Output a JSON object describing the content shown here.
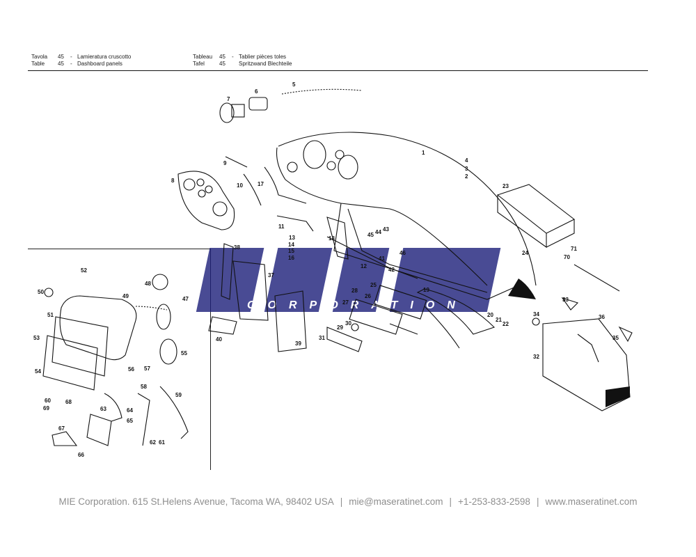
{
  "header": {
    "left": [
      {
        "a": "Tavola",
        "b": "45",
        "c": "-",
        "d": "Lamieratura cruscotto"
      },
      {
        "a": "Table",
        "b": "45",
        "c": "-",
        "d": "Dashboard panels"
      }
    ],
    "right": [
      {
        "a": "Tableau",
        "b": "45",
        "c": "-",
        "d": "Tablier pièces toles"
      },
      {
        "a": "Tafel",
        "b": "45",
        "c": "",
        "d": "Spritzwand Blechteile"
      }
    ]
  },
  "watermark": {
    "logo": "mie",
    "text": "CORPORATION",
    "color": "#1c1f7a"
  },
  "footer": {
    "company": "MIE Corporation. 615 St.Helens Avenue, Tacoma WA, 98402 USA",
    "email": "mie@maseratinet.com",
    "phone": "+1-253-833-2598",
    "web": "www.maseratinet.com",
    "sep": "|"
  },
  "callouts": [
    "1",
    "2",
    "3",
    "4",
    "5",
    "6",
    "7",
    "8",
    "9",
    "10",
    "11",
    "12",
    "13",
    "14",
    "15",
    "16",
    "17",
    "18",
    "19",
    "20",
    "21",
    "22",
    "23",
    "24",
    "25",
    "26",
    "27",
    "28",
    "29",
    "30",
    "31",
    "32",
    "33",
    "34",
    "35",
    "36",
    "37",
    "38",
    "39",
    "40",
    "41",
    "42",
    "43",
    "44",
    "45",
    "46",
    "47",
    "48",
    "49",
    "50",
    "51",
    "52",
    "53",
    "54",
    "55",
    "56",
    "57",
    "58",
    "59",
    "60",
    "61",
    "62",
    "63",
    "64",
    "65",
    "66",
    "67",
    "68",
    "69",
    "70",
    "71"
  ]
}
